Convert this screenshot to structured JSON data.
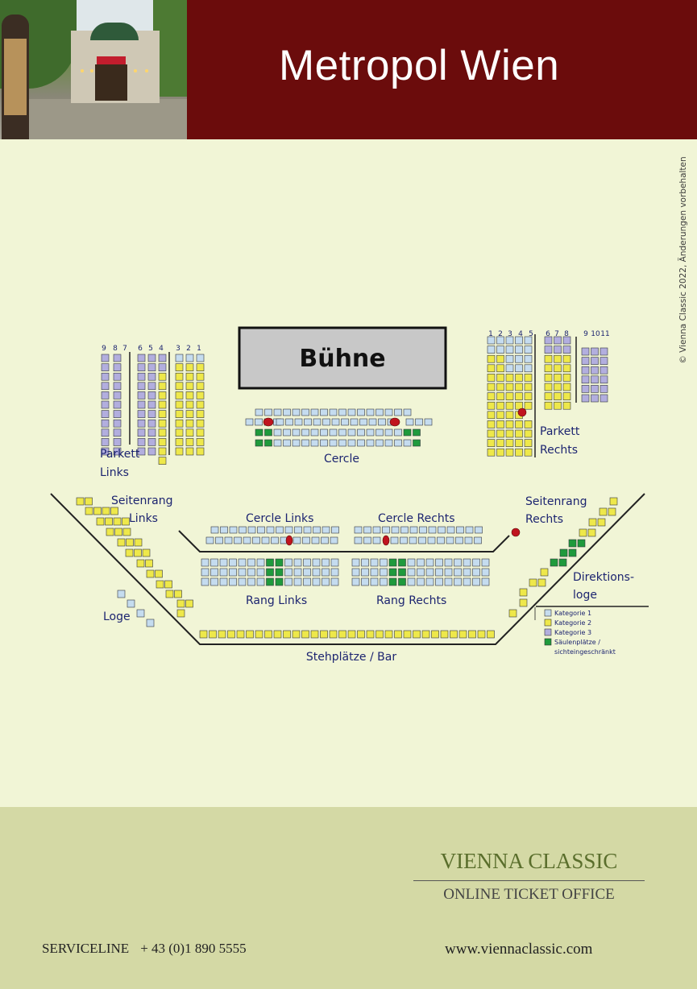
{
  "header": {
    "venue_name": "Metropol Wien",
    "photo_icon": "venue-photo-icon",
    "colors": {
      "banner": "#6b0c0c",
      "page": "#f1f5d6",
      "footer": "#d4d9a5"
    }
  },
  "copyright": "© Vienna Classic 2022, Änderungen vorbehalten",
  "plan": {
    "stage": "Bühne",
    "labels": {
      "parkett_links": [
        "Parkett",
        "Links"
      ],
      "parkett_rechts": [
        "Parkett",
        "Rechts"
      ],
      "cercle": "Cercle",
      "seitenrang_links": [
        "Seitenrang",
        "Links"
      ],
      "seitenrang_rechts": [
        "Seitenrang",
        "Rechts"
      ],
      "cercle_links": "Cercle Links",
      "cercle_rechts": "Cercle Rechts",
      "rang_links": "Rang Links",
      "rang_rechts": "Rang Rechts",
      "loge": "Loge",
      "direktionsloge": [
        "Direktions-",
        "loge"
      ],
      "stehplaetze": "Stehplätze / Bar"
    },
    "parkett_links_columns": [
      "9",
      "8",
      "7",
      "6",
      "5",
      "4",
      "3",
      "2",
      "1"
    ],
    "parkett_rechts_columns": [
      "1",
      "2",
      "3",
      "4",
      "5",
      "6",
      "7",
      "8",
      "9",
      "10",
      "11"
    ],
    "legend": [
      {
        "label": "Kategorie 1",
        "color": "#c5dcef"
      },
      {
        "label": "Kategorie 2",
        "color": "#eee84a"
      },
      {
        "label": "Kategorie 3",
        "color": "#b2aede"
      },
      {
        "label": "Säulenplätze /",
        "label2": "sichteingeschränkt",
        "color": "#1f9a3c"
      }
    ],
    "colors": {
      "kat1": "#c5dcef",
      "kat2": "#eee84a",
      "kat3": "#b2aede",
      "saeule": "#1f9a3c",
      "pillar": "#c0141e",
      "text": "#1c2470"
    }
  },
  "footer": {
    "brand": "VIENNA CLASSIC",
    "sub": "ONLINE TICKET OFFICE",
    "service_label": "SERVICELINE",
    "service_number": "+ 43 (0)1 890 5555",
    "website": "www.viennaclassic.com"
  }
}
